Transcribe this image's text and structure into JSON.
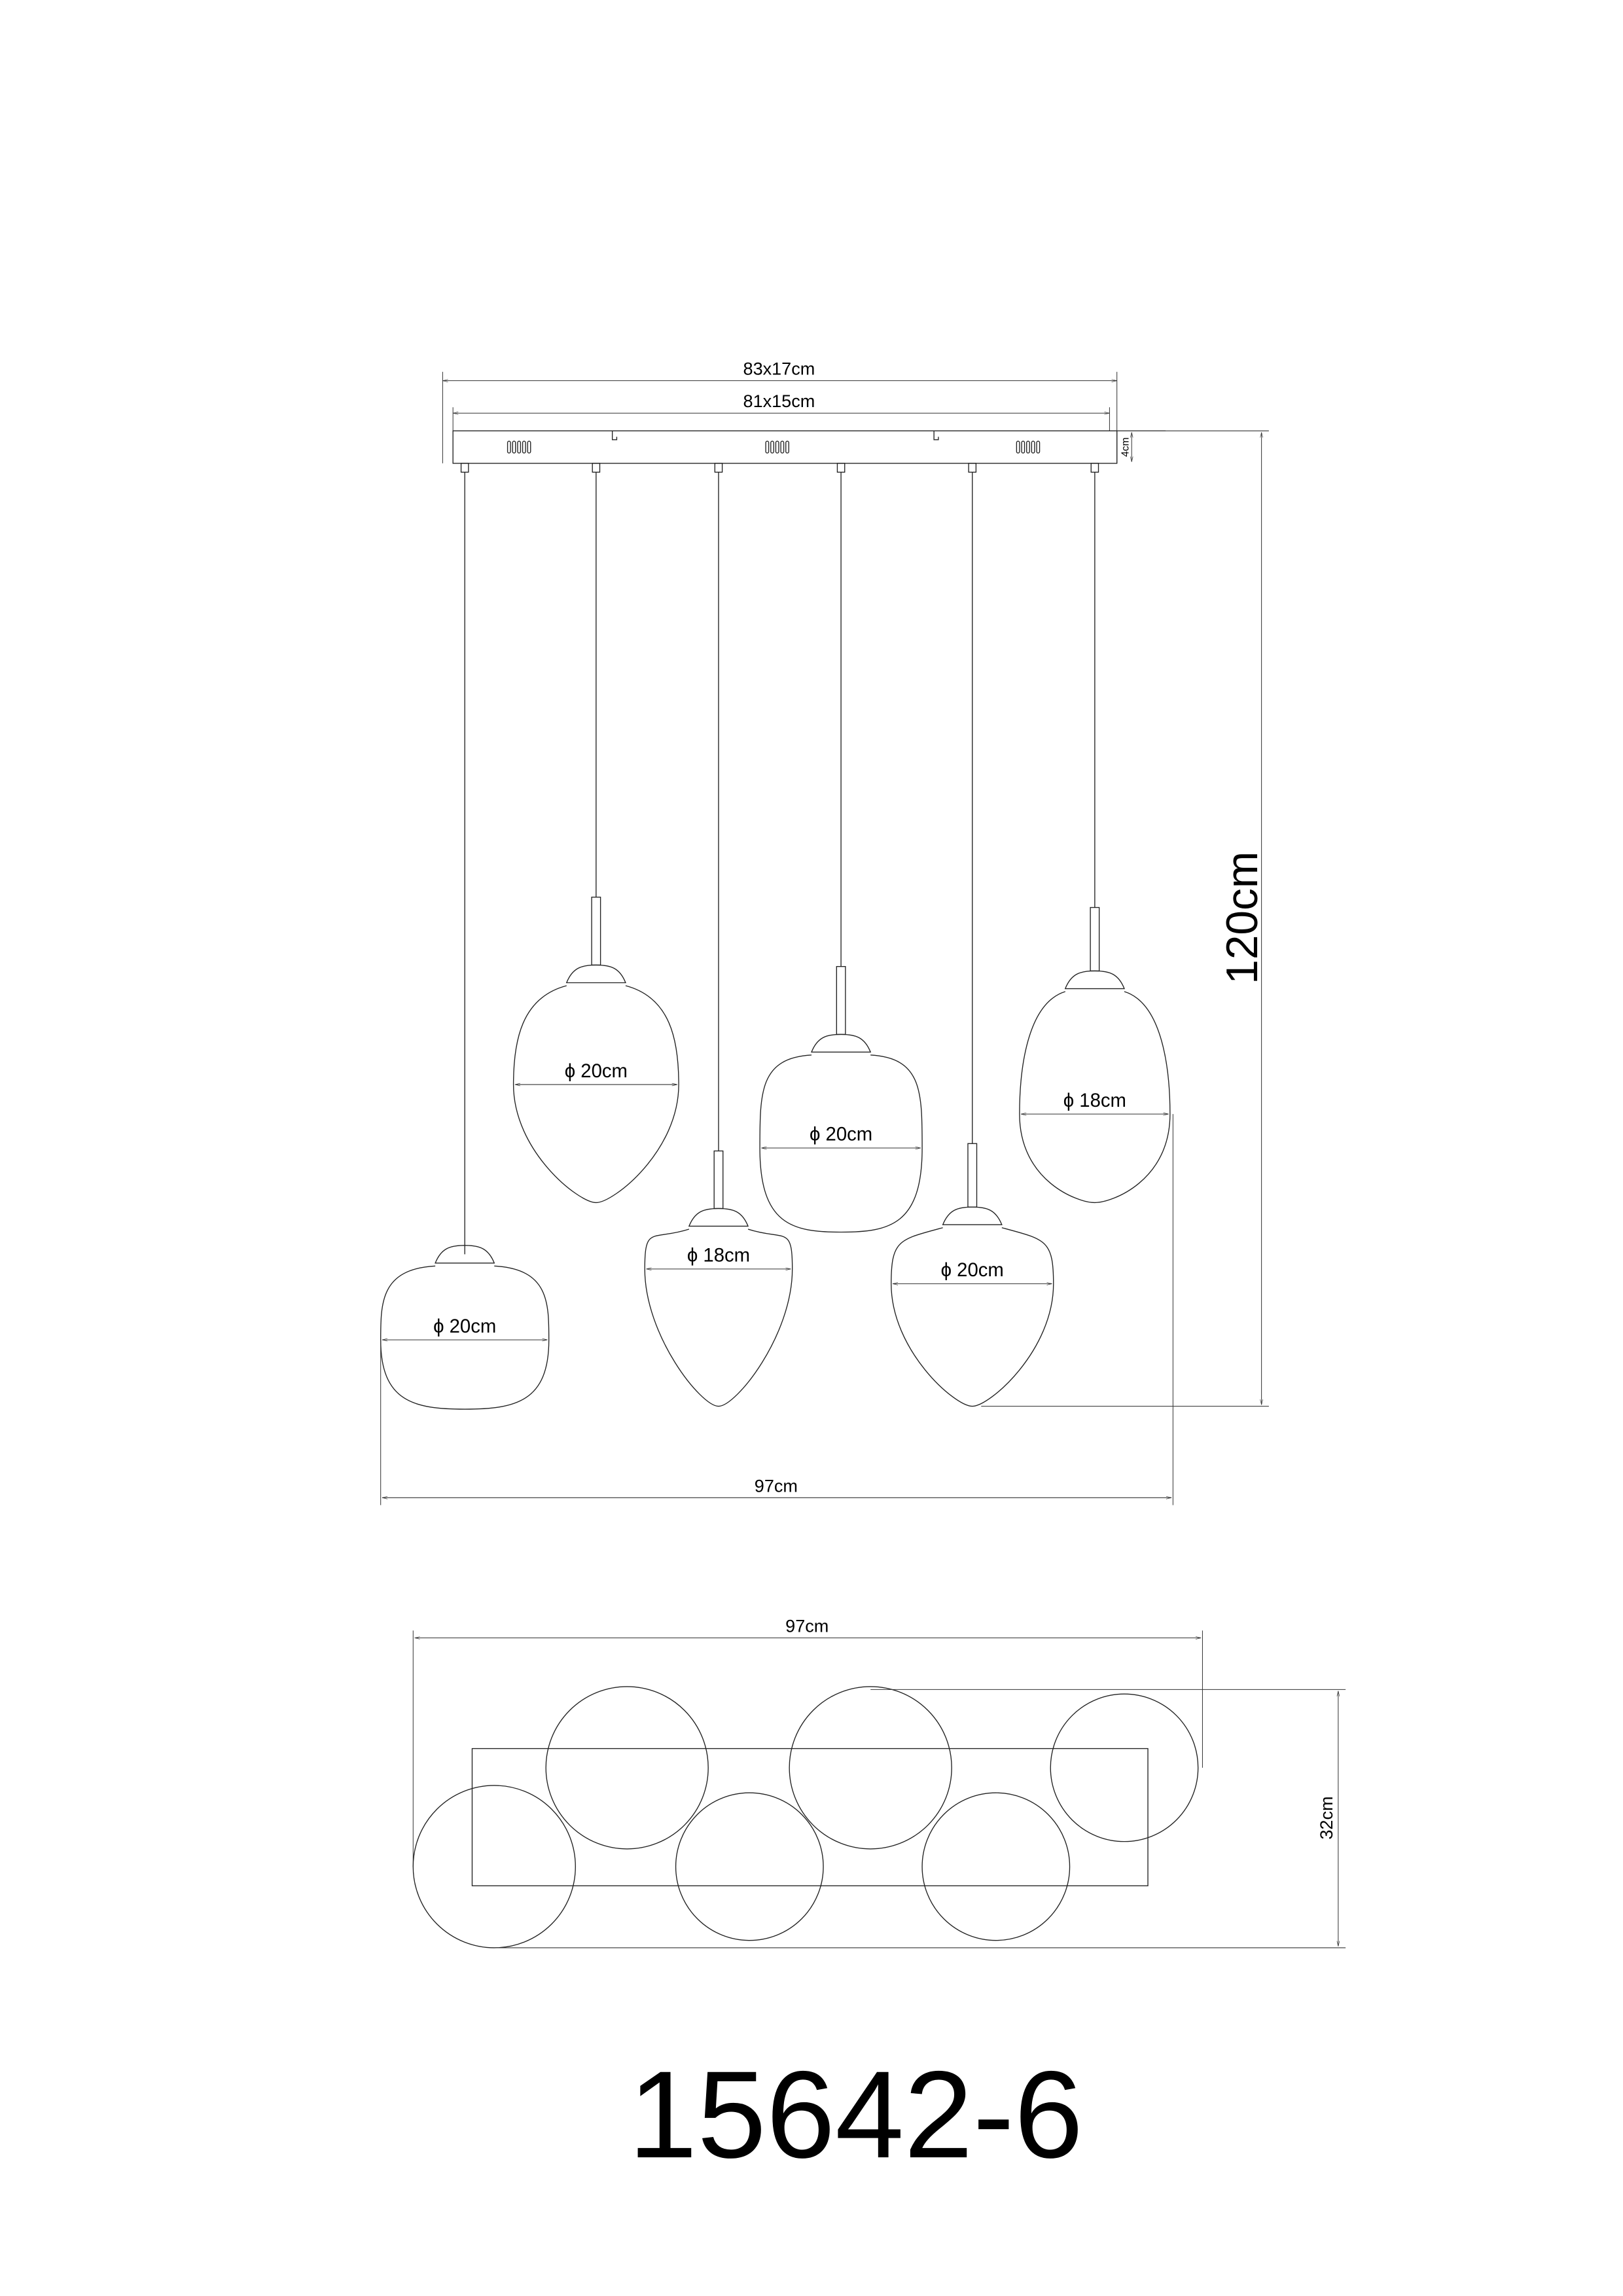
{
  "front_view": {
    "canopy_outer_label": "83x17cm",
    "canopy_inner_label": "81x15cm",
    "canopy_height_label": "4cm",
    "total_height_label": "120cm",
    "total_width_label": "97cm",
    "pendants": [
      {
        "shape": "rounded",
        "diameter_label": "ϕ 20cm"
      },
      {
        "shape": "egg",
        "diameter_label": "ϕ 20cm"
      },
      {
        "shape": "egg",
        "diameter_label": "ϕ 18cm"
      },
      {
        "shape": "rounded",
        "diameter_label": "ϕ 20cm"
      },
      {
        "shape": "egg",
        "diameter_label": "ϕ 20cm"
      },
      {
        "shape": "egg",
        "diameter_label": "ϕ 18cm"
      }
    ]
  },
  "top_view": {
    "width_label": "97cm",
    "depth_label": "32cm"
  },
  "model_number": "15642-6"
}
